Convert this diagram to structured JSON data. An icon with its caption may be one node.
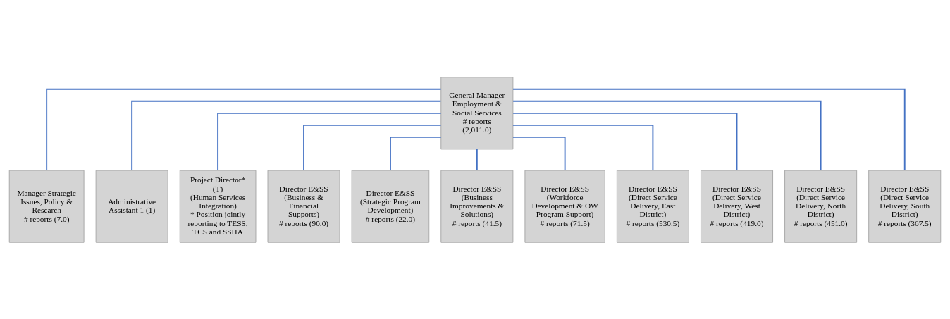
{
  "diagram": {
    "nodes": [
      {
        "text": [
          "General Manager",
          "Employment & Social Services",
          "# reports (2,011.0)"
        ]
      },
      {
        "text": [
          "Manager Strategic Issues, Policy & Research",
          "# reports (7.0)"
        ]
      },
      {
        "text": [
          "Administrative Assistant 1 (1)"
        ]
      },
      {
        "text": [
          "Project Director* (T)",
          "(Human Services Integration)",
          "* Position jointly reporting to TESS, TCS and SSHA"
        ]
      },
      {
        "text": [
          "Director E&SS",
          "(Business & Financial Supports)",
          "# reports (90.0)"
        ]
      },
      {
        "text": [
          "Director E&SS",
          "(Strategic Program Development)",
          "# reports (22.0)"
        ]
      },
      {
        "text": [
          "Director E&SS",
          "(Business Improvements & Solutions)",
          "# reports (41.5)"
        ]
      },
      {
        "text": [
          "Director E&SS",
          "(Workforce Development & OW Program Support)",
          "# reports (71.5)"
        ]
      },
      {
        "text": [
          "Director E&SS",
          "(Direct Service Delivery, East District)",
          "# reports (530.5)"
        ]
      },
      {
        "text": [
          "Director E&SS",
          "(Direct Service Delivery, West District)",
          "# reports (419.0)"
        ]
      },
      {
        "text": [
          "Director E&SS",
          "(Direct Service Delivery, North District)",
          "# reports (451.0)"
        ]
      },
      {
        "text": [
          "Director E&SS",
          "(Direct Service Delivery, South District)",
          "# reports (367.5)"
        ]
      }
    ],
    "edges": [
      {
        "from": 0,
        "to": 1,
        "arrow": "none"
      },
      {
        "from": 0,
        "to": 2,
        "arrow": "none"
      },
      {
        "from": 0,
        "to": 3,
        "arrow": "none"
      },
      {
        "from": 0,
        "to": 4,
        "arrow": "none"
      },
      {
        "from": 0,
        "to": 5,
        "arrow": "none"
      },
      {
        "from": 0,
        "to": 6,
        "arrow": "none"
      },
      {
        "from": 0,
        "to": 7,
        "arrow": "none"
      },
      {
        "from": 0,
        "to": 8,
        "arrow": "none"
      },
      {
        "from": 0,
        "to": 9,
        "arrow": "none"
      },
      {
        "from": 0,
        "to": 10,
        "arrow": "none"
      },
      {
        "from": 0,
        "to": 11,
        "arrow": "none"
      }
    ]
  }
}
